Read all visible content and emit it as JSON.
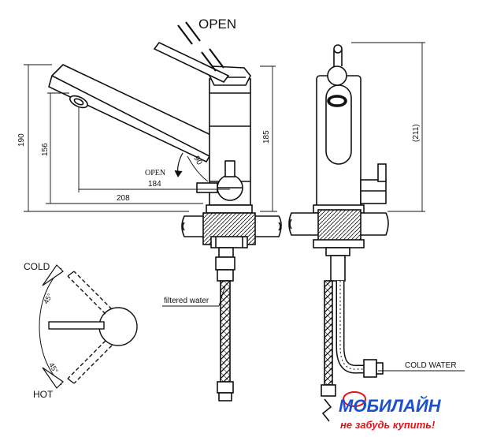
{
  "labels": {
    "open_top": "OPEN",
    "open_small": "OPEN",
    "angle_90": "90",
    "dim_190": "190",
    "dim_156": "156",
    "dim_184": "184",
    "dim_208": "208",
    "dim_185": "185",
    "dim_211": "(211)",
    "cold": "COLD",
    "hot": "HOT",
    "angle_45_top": "45°",
    "angle_45_bottom": "45°",
    "filtered_water": "filtered water",
    "cold_water": "COLD WATER"
  },
  "logo": {
    "brand": "МОБИЛАЙН",
    "tagline": "не забудь купить!",
    "colors": {
      "blue": "#1a4fd0",
      "red": "#e0161b"
    }
  }
}
